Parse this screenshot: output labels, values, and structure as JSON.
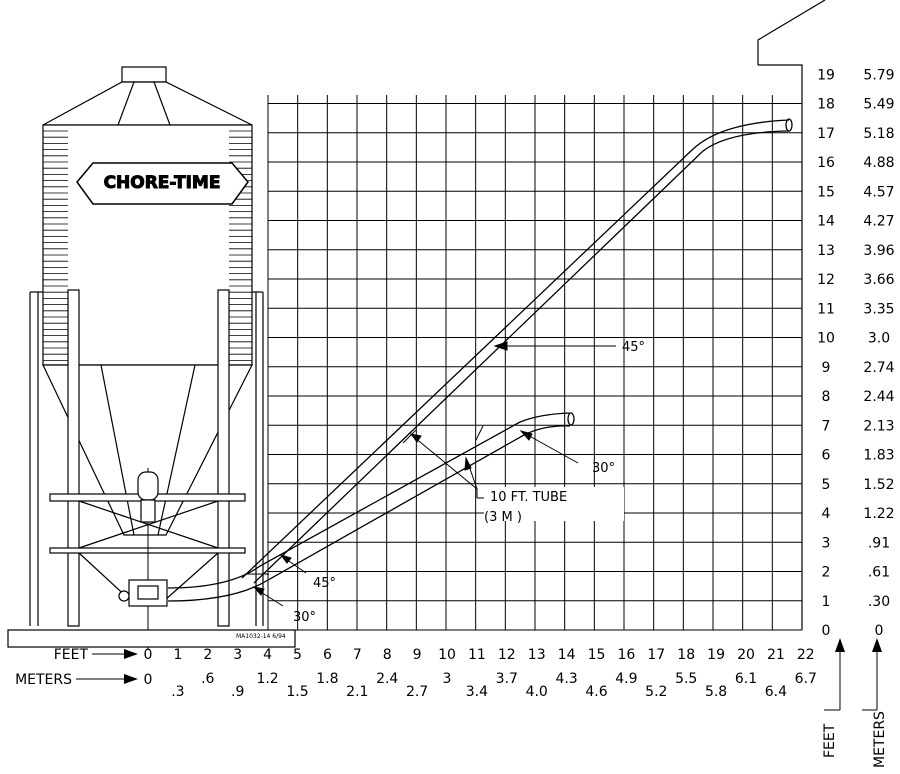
{
  "diagram": {
    "brand_logo": "CHORE-TIME",
    "drawing_number": "MA1032-14 6/94",
    "callouts": {
      "angle_steep_upper": "45°",
      "angle_shallow_upper": "30°",
      "angle_steep_lower": "45°",
      "angle_shallow_lower": "30°",
      "tube_line1": "10 FT. TUBE",
      "tube_line2": "(3 M )"
    }
  },
  "axes": {
    "x_label_feet": "FEET",
    "x_label_meters": "METERS",
    "y_label_feet": "FEET",
    "y_label_meters": "METERS",
    "x_feet_ticks": [
      "0",
      "1",
      "2",
      "3",
      "4",
      "5",
      "6",
      "7",
      "8",
      "9",
      "10",
      "11",
      "12",
      "13",
      "14",
      "15",
      "16",
      "17",
      "18",
      "19",
      "20",
      "21",
      "22"
    ],
    "x_meters_ticks": [
      "0",
      ".3",
      ".6",
      ".9",
      "1.2",
      "1.5",
      "1.8",
      "2.1",
      "2.4",
      "2.7",
      "3",
      "3.4",
      "3.7",
      "4.0",
      "4.3",
      "4.6",
      "4.9",
      "5.2",
      "5.5",
      "5.8",
      "6.1",
      "6.4",
      "6.7"
    ],
    "y_feet_ticks": [
      "0",
      "1",
      "2",
      "3",
      "4",
      "5",
      "6",
      "7",
      "8",
      "9",
      "10",
      "11",
      "12",
      "13",
      "14",
      "15",
      "16",
      "17",
      "18",
      "19"
    ],
    "y_meters_ticks": [
      "0",
      ".30",
      ".61",
      ".91",
      "1.22",
      "1.52",
      "1.83",
      "2.13",
      "2.44",
      "2.74",
      "3.0",
      "3.35",
      "3.66",
      "3.96",
      "4.27",
      "4.57",
      "4.88",
      "5.18",
      "5.49",
      "5.79"
    ],
    "x_range_ft": [
      0,
      22
    ],
    "y_range_ft": [
      0,
      19
    ]
  },
  "tubes": [
    {
      "name": "45°",
      "end_x_ft": 21.7,
      "end_y_ft": 16.5
    },
    {
      "name": "30°",
      "end_x_ft": 14.7,
      "end_y_ft": 6.3
    }
  ]
}
